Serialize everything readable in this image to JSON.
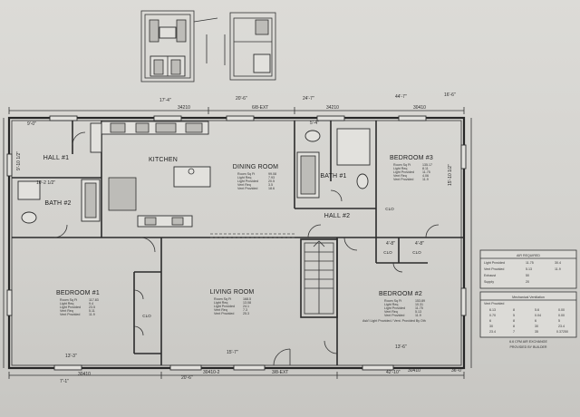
{
  "rooms": {
    "kitchen": "KITCHEN",
    "dining": "DINING ROOM",
    "hall1": "HALL #1",
    "bath1": "BATH #1",
    "bedroom3": "BEDROOM #3",
    "bath2": "BATH #2",
    "hall2": "HALL #2",
    "bedroom1": "BEDROOM #1",
    "living": "LIVING ROOM",
    "bedroom2": "BEDROOM #2"
  },
  "labels": {
    "clo1": "CLO",
    "clo2": "CLO",
    "clo3": "CLO",
    "clo_bath": "CLO",
    "ext_top": "6/8-EXT",
    "ext_bottom": "3/8-EXT",
    "air_req": "AIR REQUIRED",
    "mech_vent": "Mechanical Ventilation",
    "proviso": "Ask'l Light Provided / Vent. Provided By Oth",
    "cfm": "6.6 CFM AIR EXCHANGE",
    "provided": "PROVIDED BY BUILDER"
  },
  "stats": {
    "dining": [
      "Room Sq Ft",
      "Light Req",
      "Light Provided",
      "Vent Req",
      "Vent Provided"
    ],
    "dining_vals": [
      "99.08",
      "7.93",
      "20.5",
      "3.5",
      "18.6"
    ],
    "living": [
      "Room Sq Ft",
      "Light Req",
      "Light Provided",
      "Vent Req",
      "Vent Provided"
    ],
    "living_vals": [
      "168.5",
      "13.08",
      "24.1",
      "7.3",
      "25.3"
    ],
    "bedroom1": [
      "Room Sq Ft",
      "Light Req",
      "Light Provided",
      "Vent Req",
      "Vent Provided"
    ],
    "bedroom1_vals": [
      "117.83",
      "9.4",
      "23.5",
      "5.11",
      "11.9"
    ],
    "bedroom2": [
      "Room Sq Ft",
      "Light Req",
      "Light Provided",
      "Vent Req",
      "Vent Provided"
    ],
    "bedroom2_vals": [
      "153.89",
      "10.31",
      "11.75",
      "5.13",
      "11.9"
    ],
    "bedroom3": [
      "Room Sq Ft",
      "Light Req",
      "Light Provided",
      "Vent Req",
      "Vent Provided"
    ],
    "bedroom3_vals": [
      "135.17",
      "8.11",
      "11.75",
      "4.06",
      "11.9"
    ]
  },
  "dims": {
    "top_a": "17'-4\"",
    "top_b": "20'-6\"",
    "top_c": "24'-7\"",
    "top_d": "44'-7\"",
    "top_e": "16'-6\"",
    "top_f": "34210",
    "top_g": "34210",
    "top_h": "30410",
    "left_a": "9'-10 1/2\"",
    "left_b": "10'-2 1/2\"",
    "right_a": "15'-10 1/2\"",
    "bot_a": "13'-3\"",
    "bot_b": "15'-7\"",
    "bot_c": "13'-6\"",
    "bot_d": "30410",
    "bot_e": "30410-2",
    "bot_f": "30410",
    "bot_g": "36'-0\"",
    "bot_h": "20'-6\"",
    "bot_i": "42'-10\"",
    "bot_j": "7'-1\"",
    "kitchen_a": "9'-0\"",
    "hall_a": "5'-4\"",
    "bed2_a": "4'-8\"",
    "bed2_b": "4'-8\""
  },
  "tables": {
    "air_rows": [
      [
        "Light Provided",
        "11.75",
        "30.4"
      ],
      [
        "Vent Provided",
        "5.13",
        "11.9"
      ],
      [
        "Exhaust",
        "50",
        ""
      ],
      [
        "Supply",
        "20",
        ""
      ]
    ],
    "vent_head": [
      "Vent Provided",
      "",
      "",
      ""
    ],
    "vent_rows": [
      [
        "6.13",
        "8",
        "5.6",
        "0.00"
      ],
      [
        "0.70",
        "5",
        "0.04",
        "0.00"
      ],
      [
        "6",
        "8",
        "6",
        "5"
      ],
      [
        "30",
        "8",
        "30",
        "23.4"
      ],
      [
        "23.4",
        "7",
        "35",
        "0.37250"
      ]
    ]
  }
}
